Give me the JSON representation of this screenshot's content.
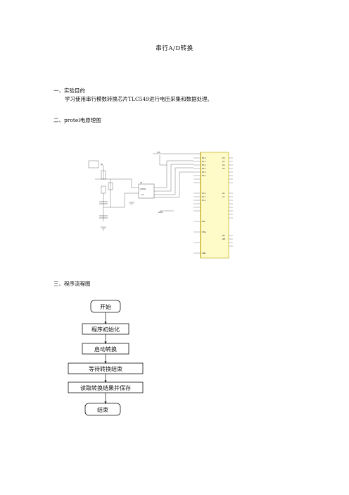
{
  "doc": {
    "title": "串行A/D转换",
    "sections": [
      {
        "heading": "一、实验目的",
        "text": "学习使用串行模数转换芯片TLC549进行电压采集和数据处理。"
      },
      {
        "heading": "二、protel电原理图"
      },
      {
        "heading": "三、程序流程图"
      }
    ]
  },
  "flowchart": {
    "steps": [
      "开始",
      "程序初始化",
      "启动转换",
      "等待转换结束",
      "读取转换结果并保存",
      "结束"
    ]
  },
  "schematic": {
    "chips": [
      "U1",
      "U2"
    ],
    "labels": [
      "ADIN",
      "AD549"
    ]
  },
  "colors": {
    "schematic_bg": "#fffbe6",
    "chip_fill": "#fffbc8",
    "chip_stroke": "#b9a400"
  }
}
